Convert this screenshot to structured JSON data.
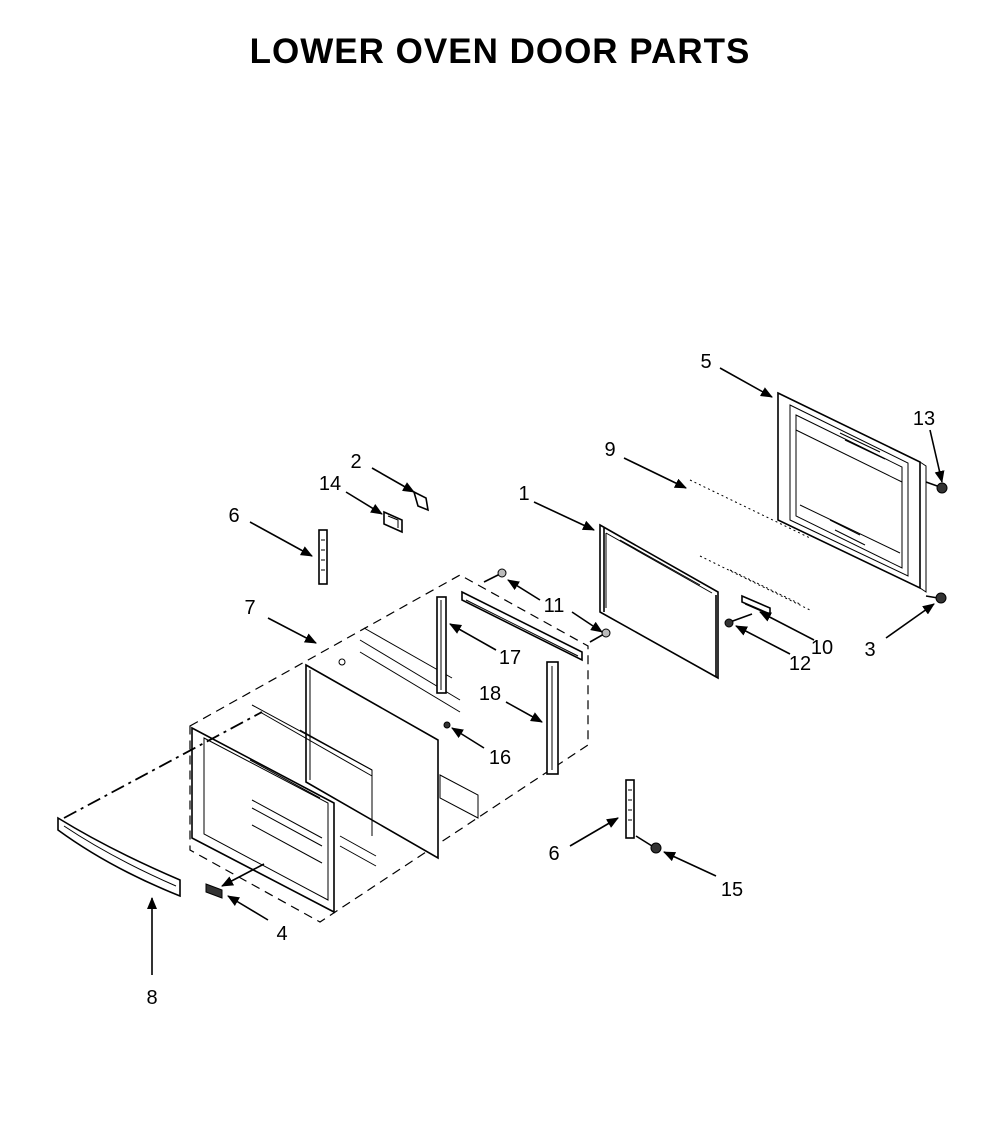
{
  "title": "LOWER OVEN DOOR PARTS",
  "callouts": [
    {
      "id": "c1",
      "label": "1"
    },
    {
      "id": "c2",
      "label": "2"
    },
    {
      "id": "c3",
      "label": "3"
    },
    {
      "id": "c4",
      "label": "4"
    },
    {
      "id": "c5",
      "label": "5"
    },
    {
      "id": "c6a",
      "label": "6"
    },
    {
      "id": "c6b",
      "label": "6"
    },
    {
      "id": "c7",
      "label": "7"
    },
    {
      "id": "c8",
      "label": "8"
    },
    {
      "id": "c9",
      "label": "9"
    },
    {
      "id": "c10",
      "label": "10"
    },
    {
      "id": "c11",
      "label": "11"
    },
    {
      "id": "c12",
      "label": "12"
    },
    {
      "id": "c13",
      "label": "13"
    },
    {
      "id": "c14",
      "label": "14"
    },
    {
      "id": "c15",
      "label": "15"
    },
    {
      "id": "c16",
      "label": "16"
    },
    {
      "id": "c17",
      "label": "17"
    },
    {
      "id": "c18",
      "label": "18"
    }
  ]
}
